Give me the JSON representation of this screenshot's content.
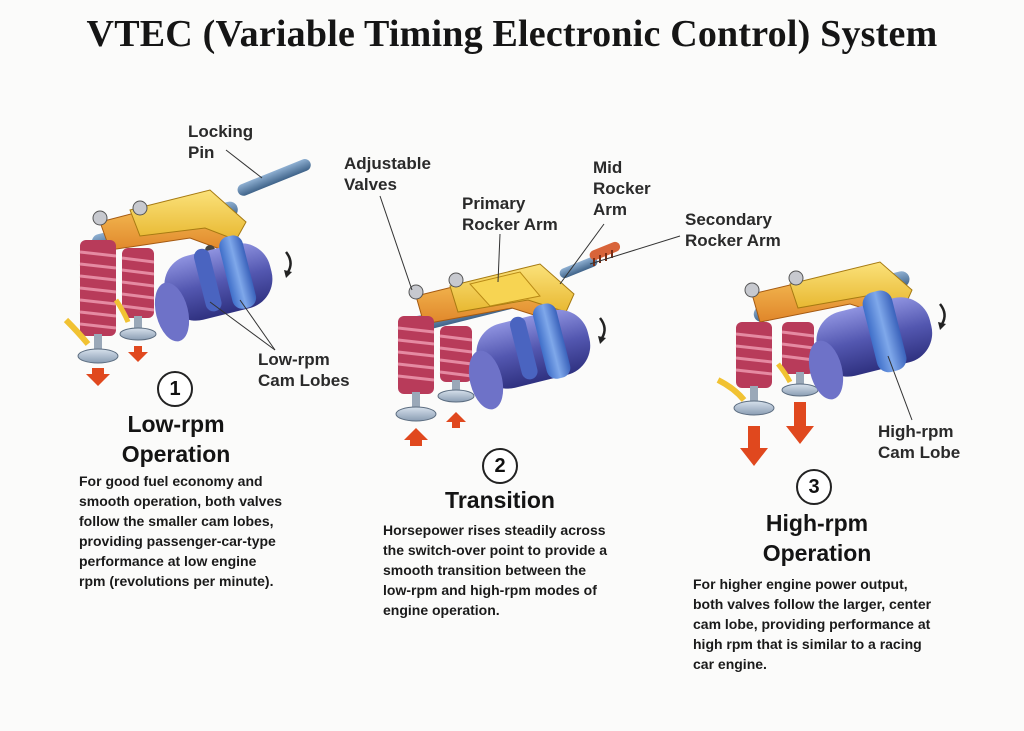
{
  "title": "VTEC (Variable Timing Electronic Control) System",
  "labels": {
    "locking_pin": "Locking\nPin",
    "adjustable_valves": "Adjustable\nValves",
    "primary_rocker_arm": "Primary\nRocker Arm",
    "mid_rocker_arm": "Mid\nRocker\nArm",
    "secondary_rocker_arm": "Secondary\nRocker Arm",
    "low_rpm_cam_lobes": "Low-rpm\nCam Lobes",
    "high_rpm_cam_lobe": "High-rpm\nCam Lobe"
  },
  "stages": [
    {
      "number": "1",
      "heading": "Low-rpm\nOperation",
      "description": "For good fuel economy and\nsmooth operation, both valves\nfollow the smaller cam lobes,\nproviding passenger-car-type\nperformance at low engine\nrpm (revolutions per minute)."
    },
    {
      "number": "2",
      "heading": "Transition",
      "description": "Horsepower rises steadily across\nthe switch-over point to provide a\nsmooth transition between the\nlow-rpm and high-rpm modes of\nengine operation."
    },
    {
      "number": "3",
      "heading": "High-rpm\nOperation",
      "description": "For higher engine power output,\nboth valves follow the larger, center\ncam lobe, providing performance at\nhigh rpm that is similar to a racing\ncar engine."
    }
  ],
  "colors": {
    "spring": "#c24a66",
    "rocker": "#f2a23a",
    "rocker_light": "#f7d24a",
    "cam": "#5a5fb8",
    "cam_lobe": "#4f7fd4",
    "shaft": "#5b7fa6",
    "arrow_down": "#e0481e",
    "arrow_flow": "#f1c232"
  }
}
